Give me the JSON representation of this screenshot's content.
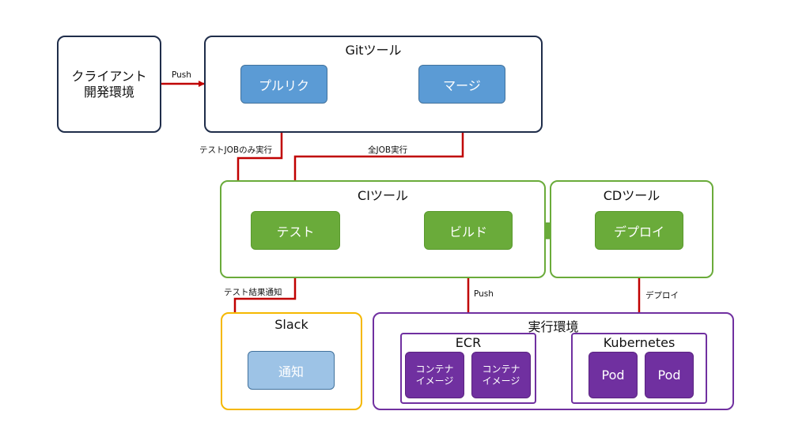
{
  "colors": {
    "dark_border": "#1f2d4a",
    "green_border": "#6aab3a",
    "green_fill": "#6aab3a",
    "blue_fill": "#5b9bd5",
    "blue_border": "#41719c",
    "light_blue_fill": "#9dc3e6",
    "yellow_border": "#f5b800",
    "purple_border": "#7030a0",
    "purple_fill": "#7030a0",
    "red_arrow": "#c00000",
    "orange_arrow": "#ed7d31"
  },
  "client": {
    "label": "クライアント\n開発環境"
  },
  "git": {
    "title": "Gitツール",
    "pr": "プルリク",
    "merge": "マージ"
  },
  "ci": {
    "title": "CIツール",
    "test": "テスト",
    "build": "ビルド"
  },
  "cd": {
    "title": "CDツール",
    "deploy": "デプロイ"
  },
  "slack": {
    "title": "Slack",
    "notify": "通知"
  },
  "runtime": {
    "title": "実行環境",
    "ecr": {
      "title": "ECR",
      "image1": "コンテナ\nイメージ",
      "image2": "コンテナ\nイメージ"
    },
    "k8s": {
      "title": "Kubernetes",
      "pod1": "Pod",
      "pod2": "Pod"
    }
  },
  "edges": {
    "push_client": "Push",
    "test_job_only": "テストJOBのみ実行",
    "all_job": "全JOB実行",
    "test_result": "テスト結果通知",
    "push_ecr": "Push",
    "deploy_k8s": "デプロイ"
  }
}
